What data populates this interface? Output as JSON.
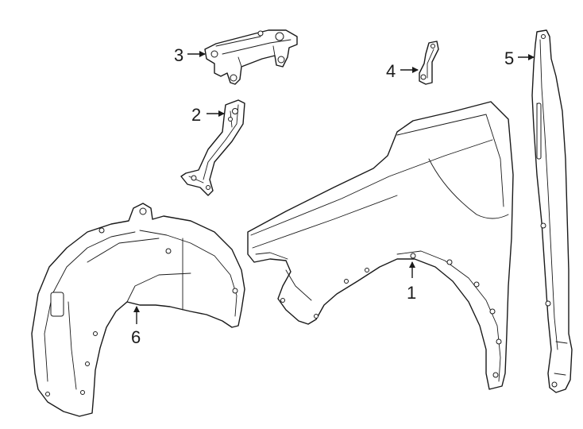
{
  "callouts": [
    {
      "id": "1",
      "label": "1",
      "part": "fender"
    },
    {
      "id": "2",
      "label": "2",
      "part": "fender-support-bracket"
    },
    {
      "id": "3",
      "label": "3",
      "part": "upper-mounting-bracket"
    },
    {
      "id": "4",
      "label": "4",
      "part": "small-bracket"
    },
    {
      "id": "5",
      "label": "5",
      "part": "fender-seal"
    },
    {
      "id": "6",
      "label": "6",
      "part": "wheel-well-liner"
    }
  ],
  "colors": {
    "line": "#1a1a1a",
    "background": "#ffffff"
  }
}
